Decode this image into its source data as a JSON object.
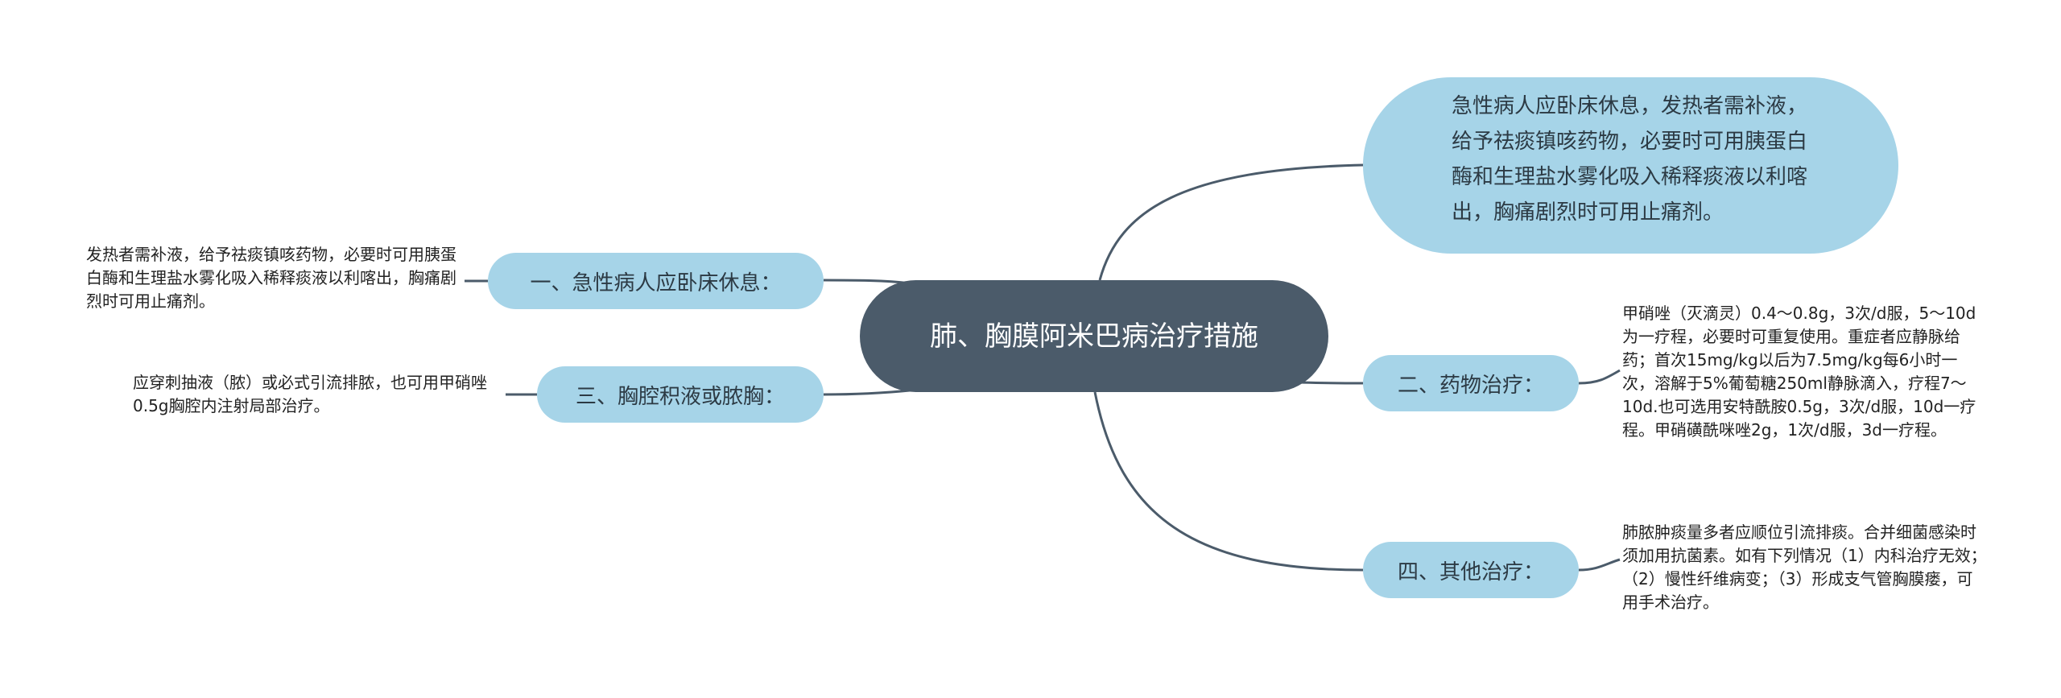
{
  "colors": {
    "center_fill": "#4b5b6a",
    "branch_fill": "#a6d4e8",
    "link": "#4b5b6a"
  },
  "mindmap": {
    "center": "肺、胸膜阿米巴病治疗措施",
    "branches": [
      {
        "label": "一、急性病人应卧床休息：",
        "detail": "发热者需补液，给予祛痰镇咳药物，必要时可用胰蛋白酶和生理盐水雾化吸入稀释痰液以利喀出，胸痛剧烈时可用止痛剂。"
      },
      {
        "label": "三、胸腔积液或脓胸：",
        "detail": "应穿刺抽液（脓）或必式引流排脓，也可用甲硝唑0.5g胸腔内注射局部治疗。"
      },
      {
        "label": "二、药物治疗：",
        "detail": "甲硝唑（灭滴灵）0.4～0.8g，3次/d服，5～10d为一疗程，必要时可重复使用。重症者应静脉给药；首次15mg/kg以后为7.5mg/kg每6小时一次，溶解于5%葡萄糖250ml静脉滴入，疗程7～10d.也可选用安特酰胺0.5g，3次/d服，10d一疗程。甲硝磺酰咪唑2g，1次/d服，3d一疗程。"
      },
      {
        "label": "四、其他治疗：",
        "detail": "肺脓肿痰量多者应顺位引流排痰。合并细菌感染时须加用抗菌素。如有下列情况（1）内科治疗无效；（2）慢性纤维病变；（3）形成支气管胸膜瘘，可用手术治疗。"
      }
    ],
    "right_top_bubble": "急性病人应卧床休息，发热者需补液，给予祛痰镇咳药物，必要时可用胰蛋白酶和生理盐水雾化吸入稀释痰液以利喀出，胸痛剧烈时可用止痛剂。"
  }
}
